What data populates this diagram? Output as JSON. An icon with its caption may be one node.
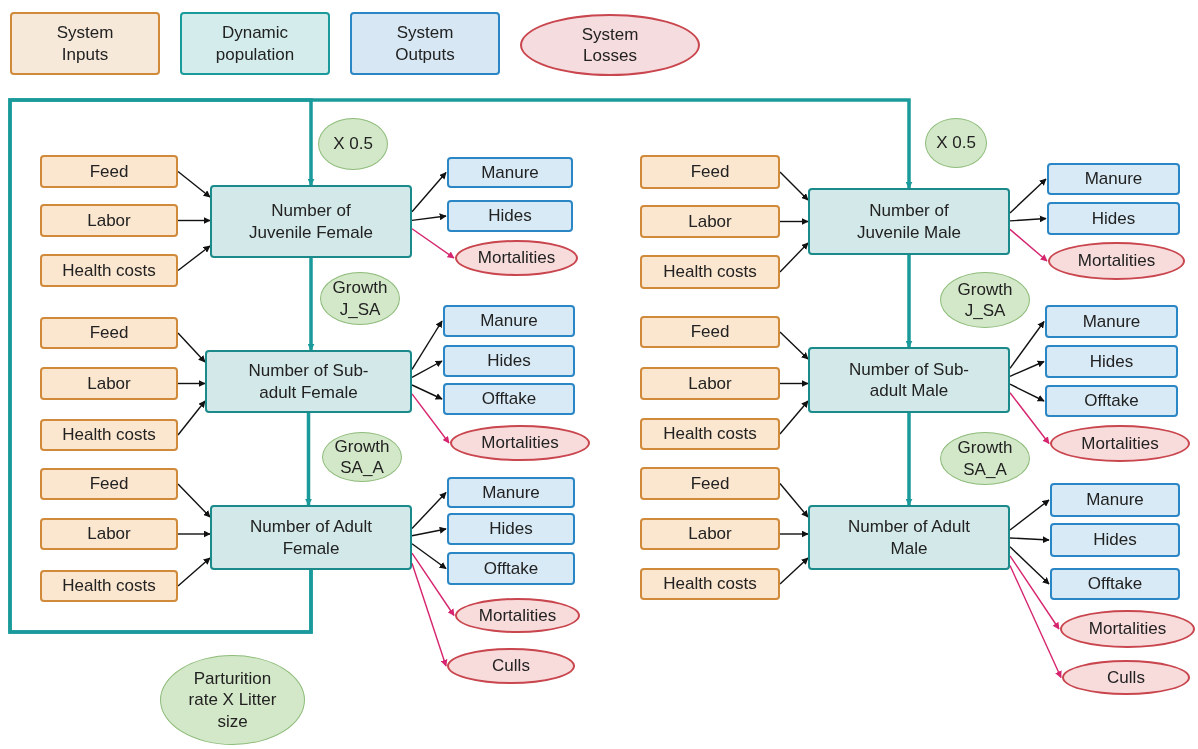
{
  "diagram": {
    "nodes": [
      {
        "text": [
          "X 0.5"
        ]
      },
      {
        "text": [
          "Feed"
        ]
      },
      {
        "text": [
          "Labor"
        ]
      },
      {
        "text": [
          "Health costs"
        ]
      },
      {
        "text": [
          "Number of Juvenile Female"
        ]
      },
      {
        "text": [
          "Manure"
        ]
      },
      {
        "text": [
          "Hides"
        ]
      },
      {
        "text": [
          "Mortalities"
        ]
      },
      {
        "text": [
          "Growth J_SA"
        ]
      },
      {
        "text": [
          "Feed"
        ]
      },
      {
        "text": [
          "Labor"
        ]
      },
      {
        "text": [
          "Health costs"
        ]
      },
      {
        "text": [
          "Number of Sub-adult Female"
        ]
      },
      {
        "text": [
          "Manure"
        ]
      },
      {
        "text": [
          "Hides"
        ]
      },
      {
        "text": [
          "Offtake"
        ]
      },
      {
        "text": [
          "Mortalities"
        ]
      },
      {
        "text": [
          "Growth SA_A"
        ]
      },
      {
        "text": [
          "Feed"
        ]
      },
      {
        "text": [
          "Labor"
        ]
      },
      {
        "text": [
          "Health costs"
        ]
      },
      {
        "text": [
          "Number of Adult Female"
        ]
      },
      {
        "text": [
          "Manure"
        ]
      },
      {
        "text": [
          "Hides"
        ]
      },
      {
        "text": [
          "Offtake"
        ]
      },
      {
        "text": [
          "Mortalities"
        ]
      },
      {
        "text": [
          "Culls"
        ]
      },
      {
        "text": [
          "Parturition rate X Litter size"
        ]
      },
      {
        "text": [
          "X 0.5"
        ]
      },
      {
        "text": [
          "Feed"
        ]
      },
      {
        "text": [
          "Labor"
        ]
      },
      {
        "text": [
          "Health costs"
        ]
      },
      {
        "text": [
          "Number of Juvenile Male"
        ]
      },
      {
        "text": [
          "Manure"
        ]
      },
      {
        "text": [
          "Hides"
        ]
      },
      {
        "text": [
          "Mortalities"
        ]
      },
      {
        "text": [
          "Growth J_SA"
        ]
      },
      {
        "text": [
          "Feed"
        ]
      },
      {
        "text": [
          "Labor"
        ]
      },
      {
        "text": [
          "Health costs"
        ]
      },
      {
        "text": [
          "Number of Sub-adult Male"
        ]
      },
      {
        "text": [
          "Manure"
        ]
      },
      {
        "text": [
          "Hides"
        ]
      },
      {
        "text": [
          "Offtake"
        ]
      },
      {
        "text": [
          "Mortalities"
        ]
      },
      {
        "text": [
          "Growth SA_A"
        ]
      },
      {
        "text": [
          "Feed"
        ]
      },
      {
        "text": [
          "Labor"
        ]
      },
      {
        "text": [
          "Health costs"
        ]
      },
      {
        "text": [
          "Number of Adult Male"
        ]
      },
      {
        "text": [
          "Manure"
        ]
      },
      {
        "text": [
          "Hides"
        ]
      },
      {
        "text": [
          "Offtake"
        ]
      },
      {
        "text": [
          "Mortalities"
        ]
      },
      {
        "text": [
          "Culls"
        ]
      }
    ],
    "edges": [
      {
        "from": 1,
        "to": 4,
        "arrow": "to"
      },
      {
        "from": 2,
        "to": 4,
        "arrow": "to"
      },
      {
        "from": 3,
        "to": 4,
        "arrow": "to"
      },
      {
        "from": 4,
        "to": 5,
        "arrow": "to"
      },
      {
        "from": 4,
        "to": 6,
        "arrow": "to"
      },
      {
        "from": 4,
        "to": 7,
        "arrow": "to",
        "color": "#d6246e"
      },
      {
        "from": 9,
        "to": 12,
        "arrow": "to"
      },
      {
        "from": 10,
        "to": 12,
        "arrow": "to"
      },
      {
        "from": 11,
        "to": 12,
        "arrow": "to"
      },
      {
        "from": 12,
        "to": 13,
        "arrow": "to"
      },
      {
        "from": 12,
        "to": 14,
        "arrow": "to"
      },
      {
        "from": 12,
        "to": 15,
        "arrow": "to"
      },
      {
        "from": 12,
        "to": 16,
        "arrow": "to",
        "color": "#d6246e"
      },
      {
        "from": 18,
        "to": 21,
        "arrow": "to"
      },
      {
        "from": 19,
        "to": 21,
        "arrow": "to"
      },
      {
        "from": 20,
        "to": 21,
        "arrow": "to"
      },
      {
        "from": 21,
        "to": 22,
        "arrow": "to"
      },
      {
        "from": 21,
        "to": 23,
        "arrow": "to"
      },
      {
        "from": 21,
        "to": 24,
        "arrow": "to"
      },
      {
        "from": 21,
        "to": 25,
        "arrow": "to",
        "color": "#d6246e"
      },
      {
        "from": 21,
        "to": 26,
        "arrow": "to",
        "color": "#d6246e"
      },
      {
        "from": 4,
        "to": 12,
        "arrow": "to",
        "style": "thick",
        "color": "#1a9a9a"
      },
      {
        "from": 12,
        "to": 21,
        "arrow": "to",
        "style": "thick",
        "color": "#1a9a9a"
      },
      {
        "from": 21,
        "to": 4,
        "arrow": "to",
        "style": "thick",
        "color": "#1a9a9a"
      },
      {
        "from": 21,
        "to": 32,
        "arrow": "to",
        "style": "thick",
        "color": "#1a9a9a"
      },
      {
        "from": 29,
        "to": 32,
        "arrow": "to"
      },
      {
        "from": 30,
        "to": 32,
        "arrow": "to"
      },
      {
        "from": 31,
        "to": 32,
        "arrow": "to"
      },
      {
        "from": 32,
        "to": 33,
        "arrow": "to"
      },
      {
        "from": 32,
        "to": 34,
        "arrow": "to"
      },
      {
        "from": 32,
        "to": 35,
        "arrow": "to",
        "color": "#d6246e"
      },
      {
        "from": 37,
        "to": 40,
        "arrow": "to"
      },
      {
        "from": 38,
        "to": 40,
        "arrow": "to"
      },
      {
        "from": 39,
        "to": 40,
        "arrow": "to"
      },
      {
        "from": 40,
        "to": 41,
        "arrow": "to"
      },
      {
        "from": 40,
        "to": 42,
        "arrow": "to"
      },
      {
        "from": 40,
        "to": 43,
        "arrow": "to"
      },
      {
        "from": 40,
        "to": 44,
        "arrow": "to",
        "color": "#d6246e"
      },
      {
        "from": 46,
        "to": 49,
        "arrow": "to"
      },
      {
        "from": 47,
        "to": 49,
        "arrow": "to"
      },
      {
        "from": 48,
        "to": 49,
        "arrow": "to"
      },
      {
        "from": 49,
        "to": 50,
        "arrow": "to"
      },
      {
        "from": 49,
        "to": 51,
        "arrow": "to"
      },
      {
        "from": 49,
        "to": 52,
        "arrow": "to"
      },
      {
        "from": 49,
        "to": 53,
        "arrow": "to",
        "color": "#d6246e"
      },
      {
        "from": 49,
        "to": 54,
        "arrow": "to",
        "color": "#d6246e"
      },
      {
        "from": 32,
        "to": 40,
        "arrow": "to",
        "style": "thick",
        "color": "#1a9a9a"
      },
      {
        "from": 40,
        "to": 49,
        "arrow": "to",
        "style": "thick",
        "color": "#1a9a9a"
      }
    ],
    "legend": [
      {
        "text": "System Inputs",
        "color": "#d08a3a"
      },
      {
        "text": "Dynamic population",
        "color": "#1a9a9a"
      },
      {
        "text": "System Outputs",
        "color": "#2a86c5"
      },
      {
        "text": "System Losses",
        "color": "#c9464e"
      }
    ]
  }
}
